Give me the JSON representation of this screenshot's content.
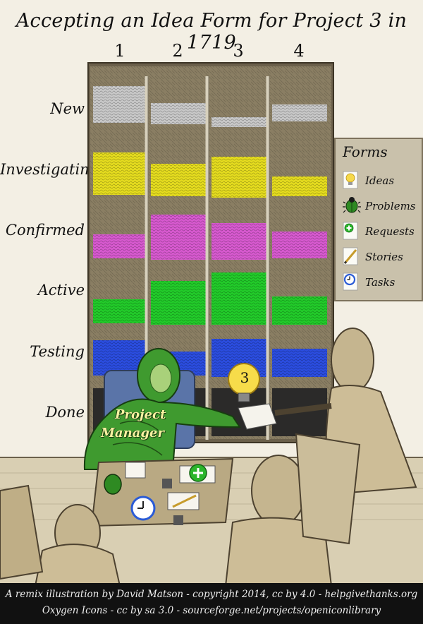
{
  "title": "Accepting an Idea Form for Project 3 in 1719",
  "columns": [
    "1",
    "2",
    "3",
    "4"
  ],
  "rows": [
    "New",
    "Investigating",
    "Confirmed",
    "Active",
    "Testing",
    "Done"
  ],
  "forms": {
    "title": "Forms",
    "items": [
      {
        "label": "Ideas",
        "icon": "lightbulb-icon"
      },
      {
        "label": "Problems",
        "icon": "bug-icon"
      },
      {
        "label": "Requests",
        "icon": "add-icon"
      },
      {
        "label": "Stories",
        "icon": "pencil-icon"
      },
      {
        "label": "Tasks",
        "icon": "clock-icon"
      }
    ]
  },
  "manager": {
    "line1": "Project",
    "line2": "Manager"
  },
  "bulb_number": "3",
  "colors": {
    "new": "#c9c9c9",
    "investigating": "#e6dd1f",
    "confirmed": "#d85ad0",
    "active": "#22cc2a",
    "testing": "#2b4de0"
  },
  "footer": {
    "line1": "A remix illustration by David Matson - copyright 2014, cc by 4.0 - helpgivethanks.org",
    "line2": "Oxygen Icons - cc by sa 3.0 - sourceforge.net/projects/openiconlibrary"
  }
}
